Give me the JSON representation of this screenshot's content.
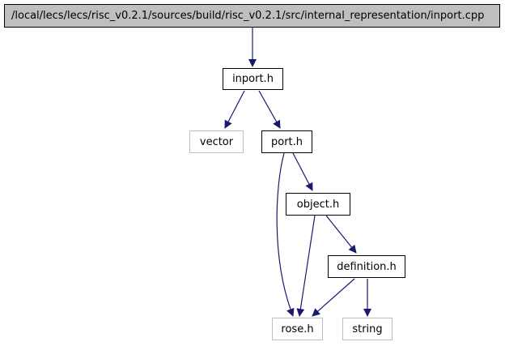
{
  "graph": {
    "nodes": {
      "root": {
        "label": "/local/lecs/lecs/risc_v0.2.1/sources/build/risc_v0.2.1/src/internal_representation/inport.cpp"
      },
      "inport_h": {
        "label": "inport.h"
      },
      "vector": {
        "label": "vector"
      },
      "port_h": {
        "label": "port.h"
      },
      "object_h": {
        "label": "object.h"
      },
      "definition_h": {
        "label": "definition.h"
      },
      "rose_h": {
        "label": "rose.h"
      },
      "string": {
        "label": "string"
      }
    },
    "edges": [
      [
        "root",
        "inport_h"
      ],
      [
        "inport_h",
        "vector"
      ],
      [
        "inport_h",
        "port_h"
      ],
      [
        "port_h",
        "object_h"
      ],
      [
        "port_h",
        "rose_h"
      ],
      [
        "object_h",
        "definition_h"
      ],
      [
        "object_h",
        "rose_h"
      ],
      [
        "definition_h",
        "rose_h"
      ],
      [
        "definition_h",
        "string"
      ]
    ],
    "colors": {
      "edge": "#191970",
      "local_border": "#000000",
      "system_border": "#bfbfbf",
      "root_fill": "#bfbfbf"
    }
  }
}
